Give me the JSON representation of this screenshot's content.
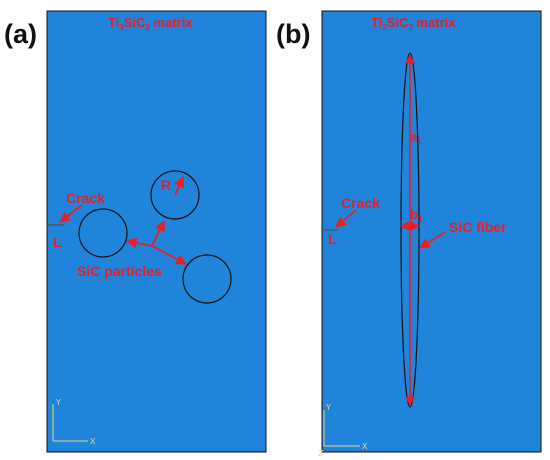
{
  "colors": {
    "domain_fill": "#1f84da",
    "outline": "#111111",
    "annotation": "#ee1c24",
    "axis_triad": "#e6d27a"
  },
  "panel_a": {
    "tag": "(a)",
    "matrix_label": {
      "main": "Ti",
      "sub1": "3",
      "mid": "SiC",
      "sub2": "2",
      "tail": " matrix"
    },
    "crack_label": "Crack",
    "length_label": "L",
    "particles_label": "SiC particles",
    "radius_label": "R",
    "axes": {
      "y": "Y",
      "x": "X"
    }
  },
  "panel_b": {
    "tag": "(b)",
    "matrix_label": {
      "main": "Ti",
      "sub1": "3",
      "mid": "SiC",
      "sub2": "2",
      "tail": " matrix"
    },
    "crack_label": "Crack",
    "length_label": "L",
    "fiber_label": "SiC fiber",
    "semi_major_label": {
      "main": "a",
      "sub": "1"
    },
    "semi_minor_label": {
      "main": "b",
      "sub": "1"
    },
    "axes": {
      "y": "Y",
      "x": "X",
      "z": "Z"
    }
  }
}
